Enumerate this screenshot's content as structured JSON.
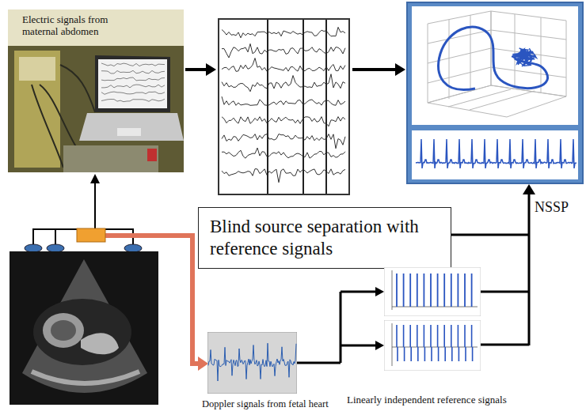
{
  "diagram": {
    "nodes": [
      {
        "text": [
          "Electric signals from maternal abdomen"
        ]
      },
      {
        "text": [
          "Blind source separation with reference signals"
        ]
      },
      {
        "text": [
          "Doppler signals from fetal heart"
        ]
      },
      {
        "text": [
          "Linearly independent reference signals"
        ]
      }
    ],
    "edges": [
      {
        "from": 2,
        "to": 3,
        "arrow": "to"
      }
    ],
    "labels": [
      "NSSP"
    ]
  }
}
